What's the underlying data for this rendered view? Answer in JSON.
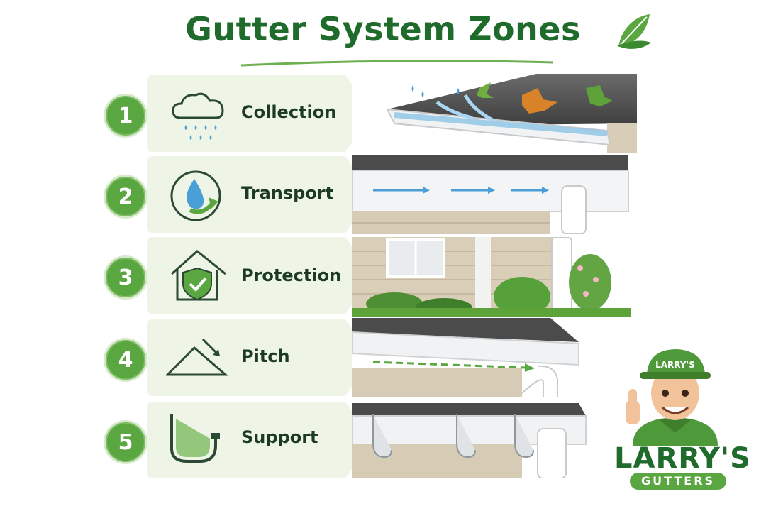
{
  "title": "Gutter System Zones",
  "zones": [
    {
      "number": "1",
      "label": "Collection",
      "icon": "rain-cloud-icon"
    },
    {
      "number": "2",
      "label": "Transport",
      "icon": "water-drop-arrow-icon"
    },
    {
      "number": "3",
      "label": "Protection",
      "icon": "house-shield-icon"
    },
    {
      "number": "4",
      "label": "Pitch",
      "icon": "roof-pitch-icon"
    },
    {
      "number": "5",
      "label": "Support",
      "icon": "gutter-bracket-icon"
    }
  ],
  "brand": {
    "cap_text": "LARRY'S",
    "name": "LARRY'S",
    "tagline": "GUTTERS"
  },
  "colors": {
    "primary_green": "#1f6b2c",
    "accent_green": "#5aa742",
    "panel_bg": "#eef5e6",
    "water_blue": "#4a9fd8"
  }
}
